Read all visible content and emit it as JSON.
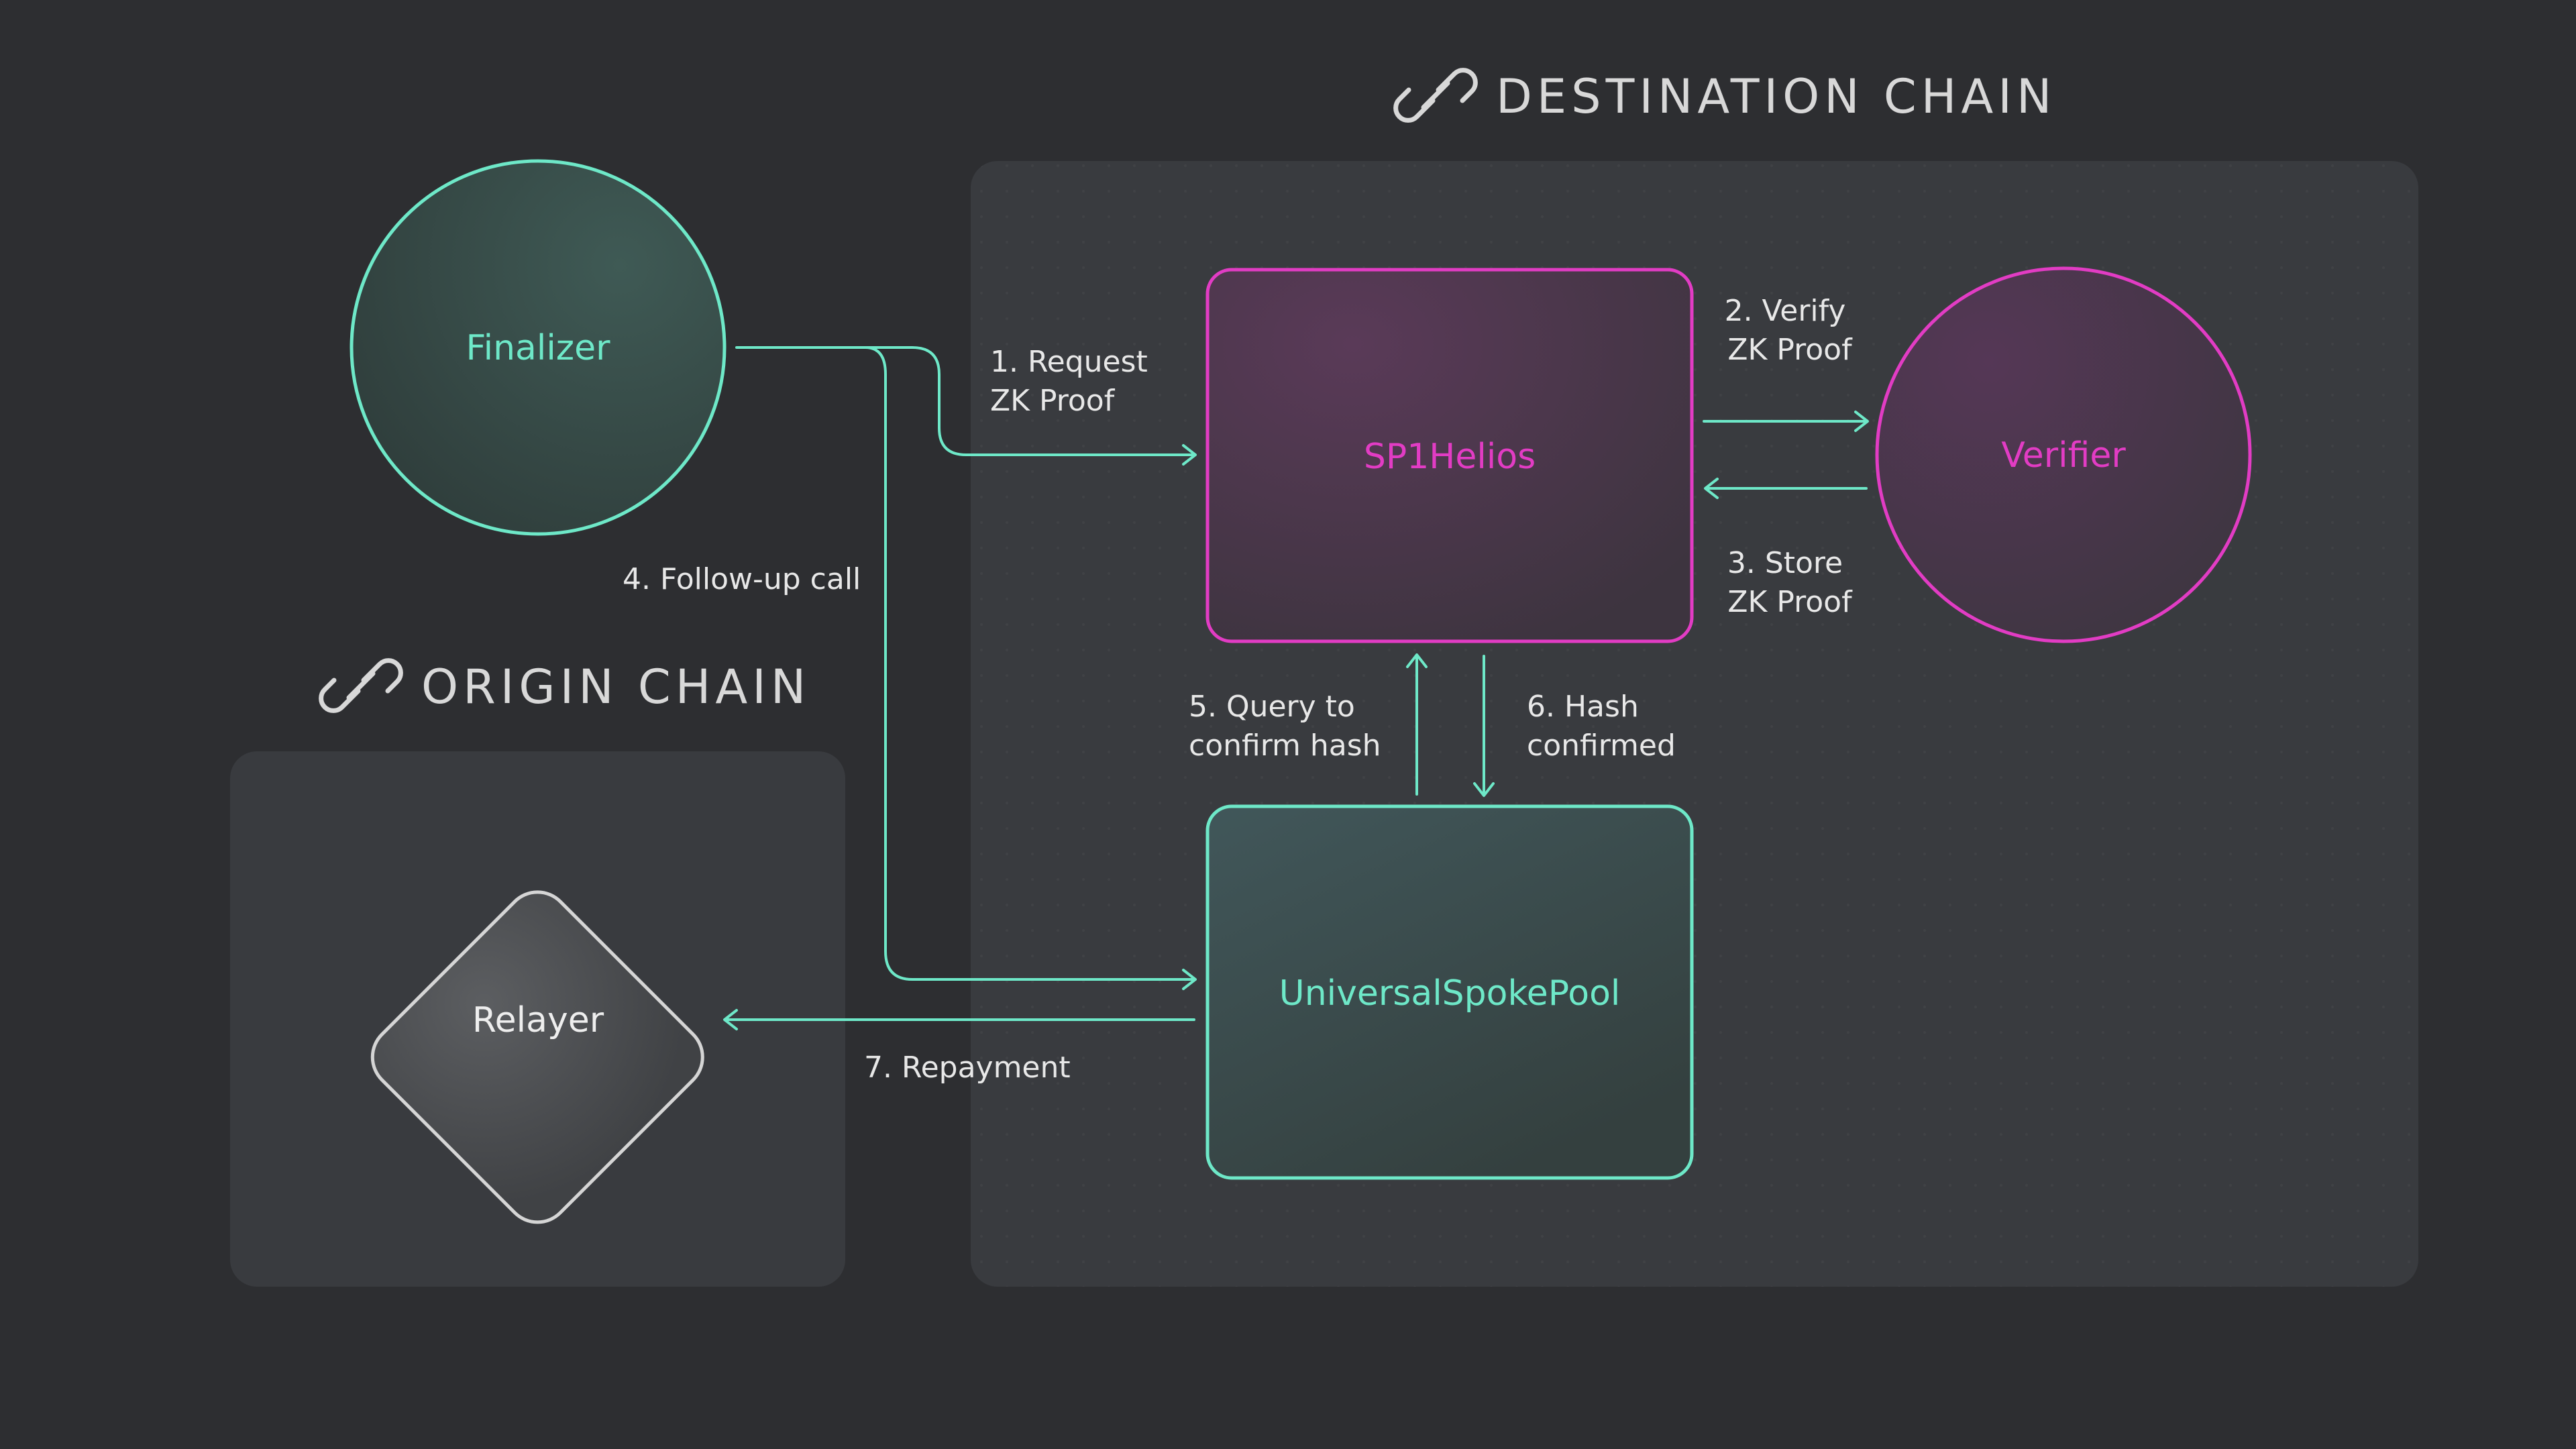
{
  "colors": {
    "background": "#2d2e31",
    "panel": "#393b3f",
    "teal": "#6ee8c8",
    "magenta": "#e23cc4",
    "label_text": "#e8e8e8",
    "heading_text": "#d8d8d8",
    "diamond_stroke": "#d5d5d5"
  },
  "sections": {
    "destination_title": "DESTINATION CHAIN",
    "origin_title": "ORIGIN CHAIN",
    "icon": "link-icon"
  },
  "nodes": {
    "finalizer": "Finalizer",
    "sp1helios": "SP1Helios",
    "verifier": "Verifier",
    "spokepool": "UniversalSpokePool",
    "relayer": "Relayer"
  },
  "edges": {
    "e1": [
      "1. Request",
      "ZK Proof"
    ],
    "e2": [
      "2. Verify",
      "ZK Proof"
    ],
    "e3": [
      "3. Store",
      "ZK Proof"
    ],
    "e4": [
      "4. Follow-up call"
    ],
    "e5": [
      "5. Query to",
      "confirm hash"
    ],
    "e6": [
      "6. Hash",
      "confirmed"
    ],
    "e7": [
      "7. Repayment"
    ]
  }
}
